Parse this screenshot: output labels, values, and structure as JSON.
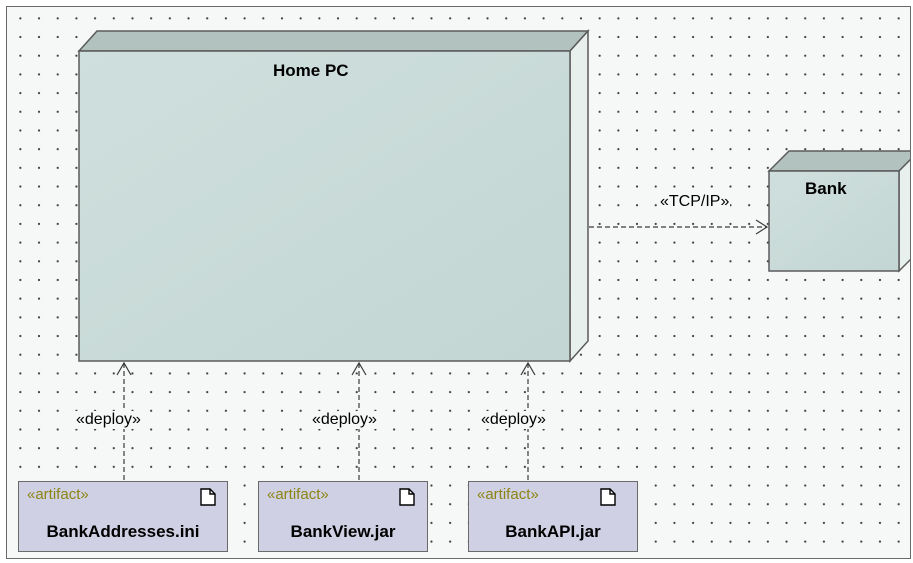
{
  "nodes": {
    "home_pc": {
      "label": "Home PC"
    },
    "bank": {
      "label": "Bank"
    }
  },
  "connections": {
    "tcp_ip": "«TCP/IP»",
    "deploy_1": "«deploy»",
    "deploy_2": "«deploy»",
    "deploy_3": "«deploy»"
  },
  "artifacts": [
    {
      "stereotype": "«artifact»",
      "name": "BankAddresses.ini",
      "icon": "document-icon"
    },
    {
      "stereotype": "«artifact»",
      "name": "BankView.jar",
      "icon": "document-icon"
    },
    {
      "stereotype": "«artifact»",
      "name": "BankAPI.jar",
      "icon": "document-icon"
    }
  ],
  "colors": {
    "canvas_background": "#f6f8f7",
    "node_front": "#c9dbd9",
    "node_side": "#e8f0ee",
    "node_border": "#5a5a5a",
    "artifact_fill": "#cfd0e3",
    "artifact_stereotype": "#8d8414"
  }
}
